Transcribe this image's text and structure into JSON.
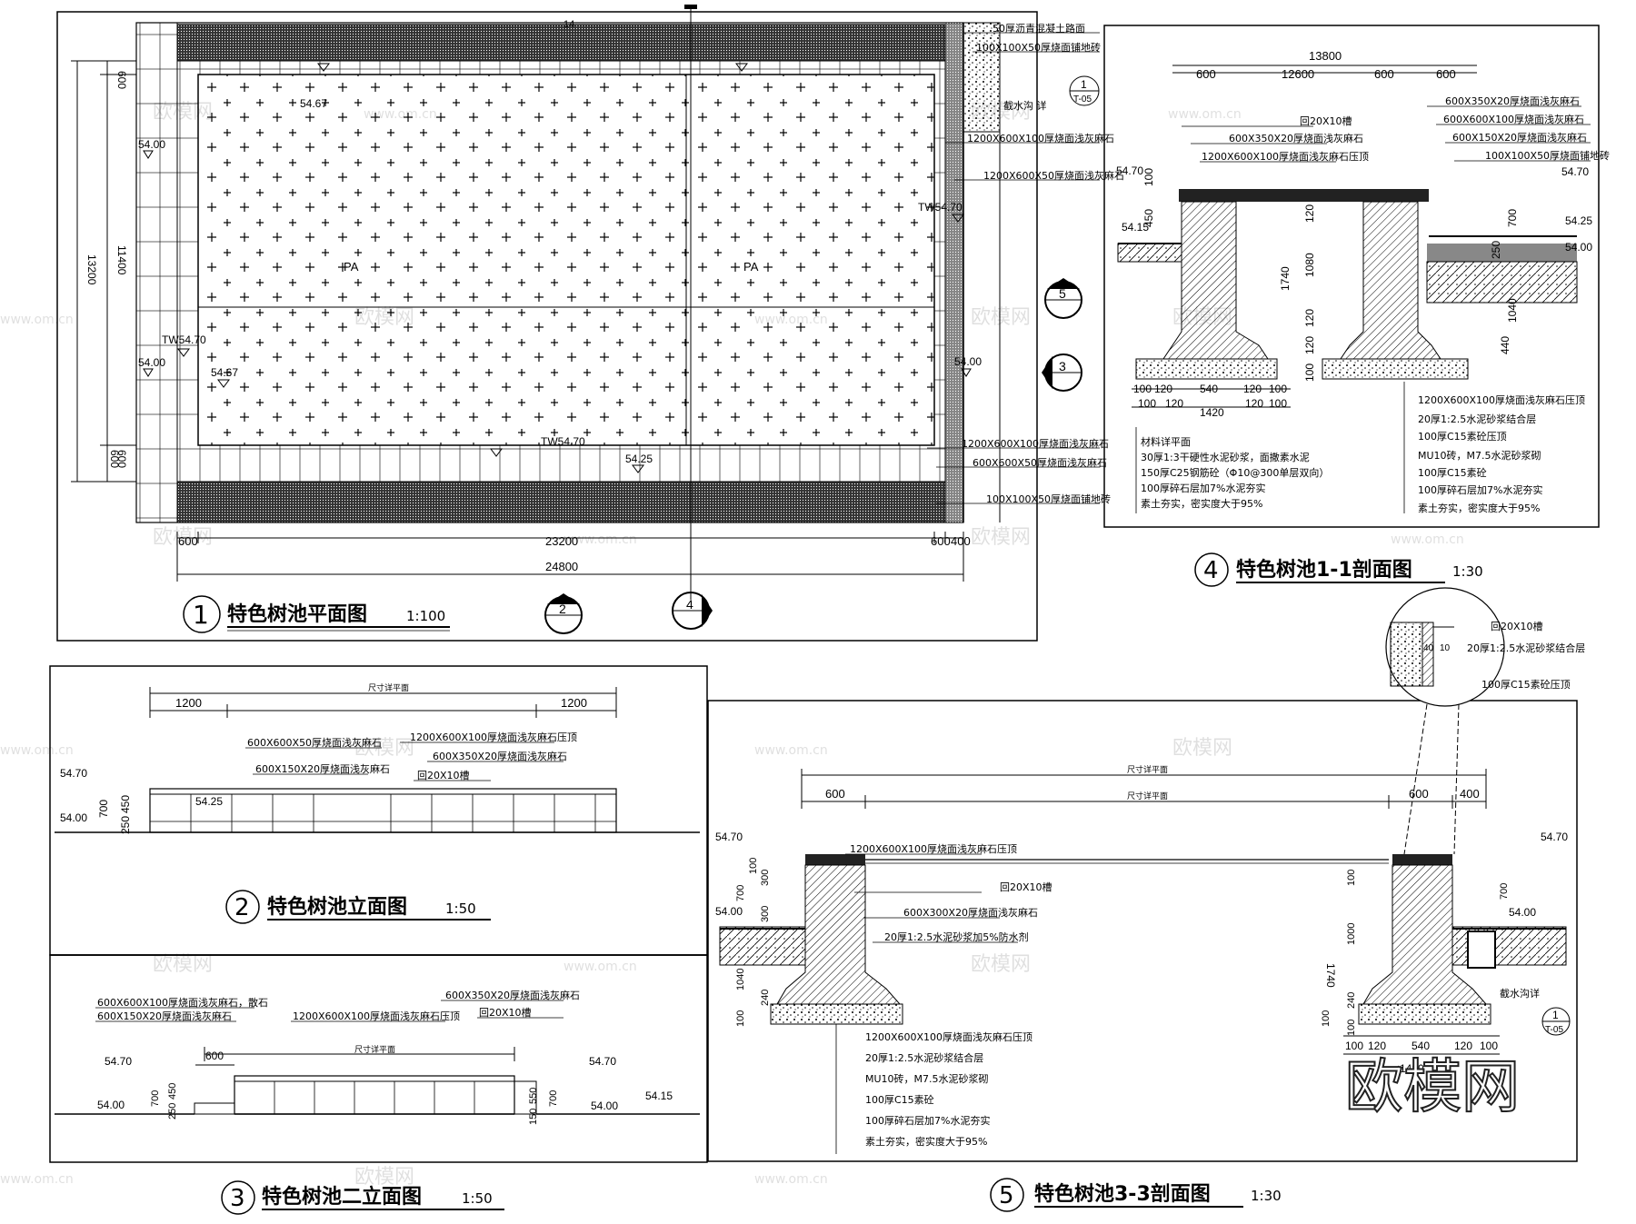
{
  "watermark": {
    "brand": "欧模网",
    "url": "www.om.cn",
    "corner_logo": "欧模网"
  },
  "panel1": {
    "number": "1",
    "title": "特色树池平面图",
    "scale": "1:100",
    "dims_bottom": [
      "600",
      "23200",
      "600",
      "400"
    ],
    "dim_total": "24800",
    "dims_left": [
      "600",
      "11400",
      "13200",
      "600",
      "600"
    ],
    "dim_top": "14",
    "levels": [
      "54.67",
      "54.00",
      "TW54.70",
      "54.00",
      "54.67",
      "TW54.70",
      "54.25",
      "TW54.70",
      "54.00"
    ],
    "zone_labels": [
      "PA",
      "PA"
    ],
    "callouts": [
      "50厚沥青混凝土路面",
      "100X100X50厚烧面铺地砖",
      "截水沟 详",
      "1200X600X100厚烧面浅灰麻石",
      "1200X600X50厚烧面浅灰麻石",
      "1200X600X100厚烧面浅灰麻石",
      "600X600X50厚烧面浅灰麻石",
      "100X100X50厚烧面铺地砖"
    ],
    "section_marks": [
      "5",
      "3",
      "2",
      "4"
    ],
    "detail_ref": {
      "num": "1",
      "sheet": "T-05"
    }
  },
  "panel4": {
    "number": "4",
    "title": "特色树池1-1剖面图",
    "scale": "1:30",
    "dims_top": [
      "13800",
      "600",
      "12600",
      "600",
      "600"
    ],
    "callouts_top": [
      "600X350X20厚烧面浅灰麻石",
      "600X600X100厚烧面浅灰麻石",
      "600X150X20厚烧面浅灰麻石",
      "100X100X50厚烧面铺地砖",
      "回20X10槽",
      "600X350X20厚烧面浅灰麻石",
      "1200X600X100厚烧面浅灰麻石压顶"
    ],
    "levels": [
      "54.70",
      "54.15",
      "54.70",
      "54.25",
      "54.00"
    ],
    "dims_vertical": [
      "100",
      "450",
      "700",
      "250",
      "1740",
      "1080",
      "120",
      "120",
      "120",
      "100",
      "1040",
      "440"
    ],
    "dims_bottom": [
      "100",
      "120",
      "540",
      "120",
      "100",
      "100",
      "120",
      "1420",
      "120",
      "100"
    ],
    "layers_left": [
      "材料详平面",
      "30厚1:3干硬性水泥砂浆，面撒素水泥",
      "150厚C25钢筋砼（Φ10@300单层双向）",
      "100厚碎石层加7%水泥夯实",
      "素土夯实，密实度大于95%"
    ],
    "layers_right": [
      "1200X600X100厚烧面浅灰麻石压顶",
      "20厚1:2.5水泥砂浆结合层",
      "100厚C15素砼压顶",
      "MU10砖，M7.5水泥砂浆砌",
      "100厚C15素砼",
      "100厚碎石层加7%水泥夯实",
      "素土夯实，密实度大于95%"
    ]
  },
  "panel2": {
    "number": "2",
    "title": "特色树池立面图",
    "scale": "1:50",
    "dims_top": [
      "尺寸详平面",
      "1200",
      "1200"
    ],
    "callouts": [
      "600X600X50厚烧面浅灰麻石",
      "1200X600X100厚烧面浅灰麻石压顶",
      "600X350X20厚烧面浅灰麻石",
      "600X150X20厚烧面浅灰麻石",
      "回20X10槽"
    ],
    "levels": [
      "54.70",
      "54.00",
      "54.25"
    ],
    "dims_vertical": [
      "700",
      "450",
      "250"
    ]
  },
  "panel3": {
    "number": "3",
    "title": "特色树池二立面图",
    "scale": "1:50",
    "callouts": [
      "600X600X100厚烧面浅灰麻石，散石",
      "600X150X20厚烧面浅灰麻石",
      "1200X600X100厚烧面浅灰麻石压顶",
      "600X350X20厚烧面浅灰麻石",
      "回20X10槽",
      "尺寸详平面"
    ],
    "dims": [
      "600"
    ],
    "levels": [
      "54.70",
      "54.00",
      "54.70",
      "54.00",
      "54.15"
    ],
    "dims_vertical": [
      "700",
      "450",
      "250",
      "550",
      "150",
      "700"
    ]
  },
  "panel5": {
    "number": "5",
    "title": "特色树池3-3剖面图",
    "scale": "1:30",
    "dims_top": [
      "尺寸详平面",
      "600",
      "尺寸详平面",
      "600",
      "400"
    ],
    "detail_callouts": [
      "回20X10槽",
      "20厚1:2.5水泥砂浆结合层",
      "100厚C15素砼压顶"
    ],
    "detail_dims": [
      "40",
      "10"
    ],
    "callouts": [
      "1200X600X100厚烧面浅灰麻石压顶",
      "回20X10槽",
      "600X300X20厚烧面浅灰麻石",
      "20厚1:2.5水泥砂浆加5%防水剂"
    ],
    "levels": [
      "54.70",
      "54.00",
      "54.70",
      "54.00"
    ],
    "dims_vertical": [
      "100",
      "300",
      "700",
      "300",
      "1040",
      "240",
      "100",
      "1740",
      "700",
      "100",
      "1000",
      "240",
      "100",
      "100"
    ],
    "dims_bottom": [
      "100",
      "120",
      "540",
      "120",
      "100",
      "1420"
    ],
    "layers": [
      "1200X600X100厚烧面浅灰麻石压顶",
      "20厚1:2.5水泥砂浆结合层",
      "MU10砖，M7.5水泥砂浆砌",
      "100厚C15素砼",
      "100厚碎石层加7%水泥夯实",
      "素土夯实，密实度大于95%"
    ],
    "detail_ref": {
      "label": "截水沟详",
      "num": "1",
      "sheet": "T-05"
    }
  }
}
